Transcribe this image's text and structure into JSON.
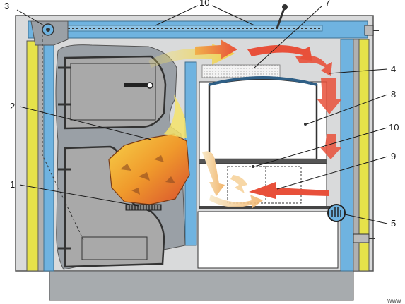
{
  "labels": {
    "top_left": "3",
    "top_middle": "10",
    "top_right": "7",
    "right_1": "4",
    "right_2": "8",
    "right_3": "10",
    "right_4": "9",
    "right_5": "5",
    "left_1": "2",
    "left_2": "1",
    "corner": "www"
  },
  "colors": {
    "wall": "#9aa0a6",
    "blue": "#6fb3e0",
    "insulation": "#e6e24a",
    "door": "#a9a9a9",
    "fire_red": "#e8503a",
    "fire_yellow": "#f5e36a"
  }
}
